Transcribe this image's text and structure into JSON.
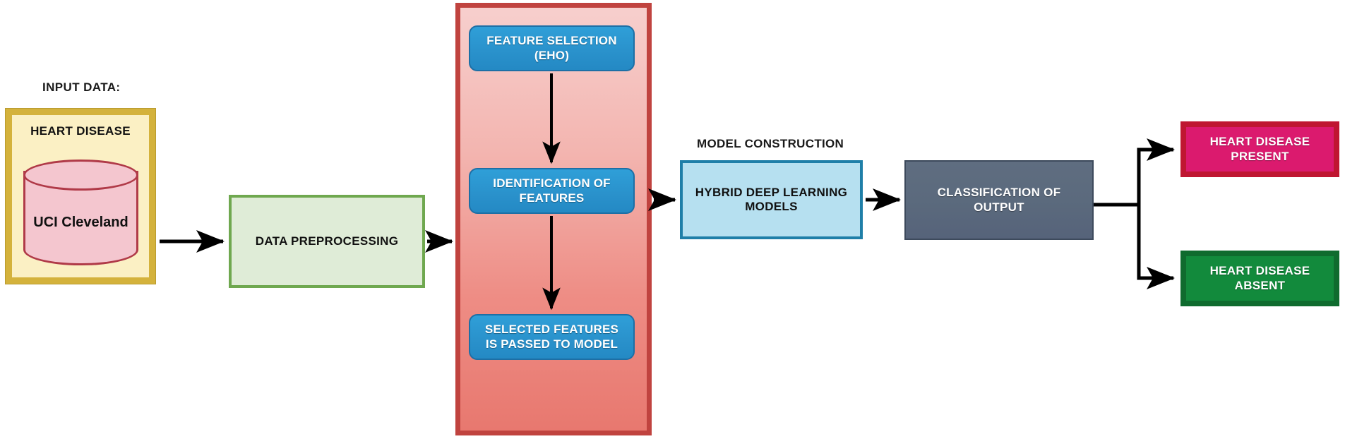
{
  "diagram": {
    "title_caption": "INPUT DATA:",
    "input": {
      "container_title": "HEART DISEASE",
      "database_label": "UCI Cleveland",
      "container_fill": "#fbf0c4",
      "container_border": "#d4b23c",
      "cylinder_fill": "#f4c6cf",
      "cylinder_stroke": "#b03a48"
    },
    "preprocess": {
      "label": "DATA PREPROCESSING",
      "fill": "#dfecd7",
      "border": "#6fa84f"
    },
    "feature_stage": {
      "container_fill_top": "#f7cfcd",
      "container_fill_bottom": "#e8786f",
      "container_border": "#c0433f",
      "boxes": [
        {
          "label": "FEATURE SELECTION\n(EHO)",
          "line1": "FEATURE SELECTION",
          "line2": "(EHO)"
        },
        {
          "label": "IDENTIFICATION OF\nFEATURES",
          "line1": "IDENTIFICATION OF",
          "line2": "FEATURES"
        },
        {
          "label": "SELECTED FEATURES\nIS PASSED TO MODEL",
          "line1": "SELECTED FEATURES",
          "line2": "IS PASSED TO MODEL"
        }
      ],
      "box_fill": "#2a92cc",
      "box_border": "#1d6fa5"
    },
    "model": {
      "caption": "MODEL CONSTRUCTION",
      "line1": "HYBRID DEEP LEARNING",
      "line2": "MODELS",
      "fill": "#b6e0f0",
      "border": "#1f7fa8"
    },
    "classification": {
      "line1": "CLASSIFICATION OF",
      "line2": "OUTPUT",
      "fill": "#5b6a7d",
      "border": "#3d4a5c"
    },
    "outputs": [
      {
        "line1": "HEART DISEASE",
        "line2": "PRESENT",
        "fill": "#db1a6e",
        "border": "#bf1631"
      },
      {
        "line1": "HEART DISEASE",
        "line2": "ABSENT",
        "fill": "#128a3c",
        "border": "#0f6b2e"
      }
    ],
    "connector_color": "#000000"
  }
}
